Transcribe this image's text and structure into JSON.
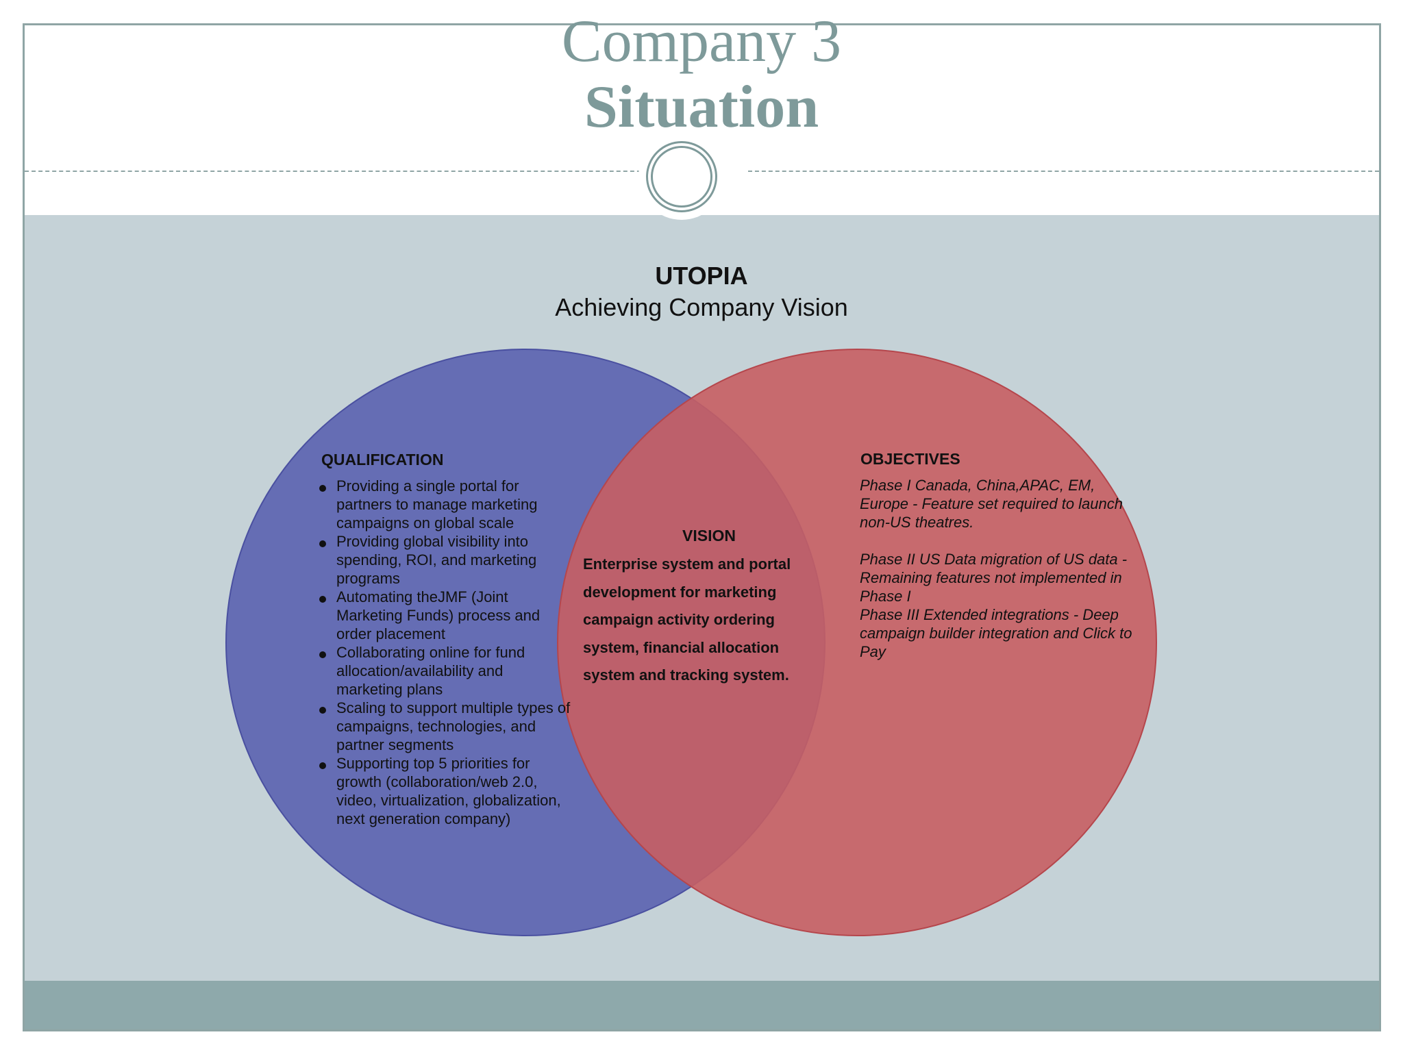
{
  "slide": {
    "title_line1": "Company 3",
    "title_line2": "Situation",
    "colors": {
      "title": "#7e9a9a",
      "content_bg": "#c5d2d7",
      "footer_bg": "#8ea9ab",
      "left_circle": "#5a62b0",
      "right_circle": "#c65e63"
    }
  },
  "diagram": {
    "title": "UTOPIA",
    "subtitle": "Achieving Company Vision",
    "qualification": {
      "heading": "QUALIFICATION",
      "items": [
        "Providing a single portal for partners to manage marketing campaigns on global scale",
        "Providing global visibility into spending, ROI, and marketing programs",
        "Automating theJMF (Joint Marketing Funds) process and order placement",
        "Collaborating online for fund allocation/availability and marketing plans",
        "Scaling to support multiple types of campaigns, technologies, and partner segments",
        "Supporting top 5 priorities for growth (collaboration/web 2.0, video, virtualization, globalization, next generation company)"
      ]
    },
    "vision": {
      "heading": "VISION",
      "text": "Enterprise system and portal development for marketing campaign activity ordering system, financial allocation system and tracking system."
    },
    "objectives": {
      "heading": "OBJECTIVES",
      "phase1": "Phase I Canada, China,APAC, EM, Europe - Feature set required to launch non-US theatres.",
      "phase2": "Phase II US Data migration of US data - Remaining features not implemented in Phase I",
      "phase3": "Phase III Extended integrations - Deep campaign builder integration and Click to Pay"
    }
  }
}
